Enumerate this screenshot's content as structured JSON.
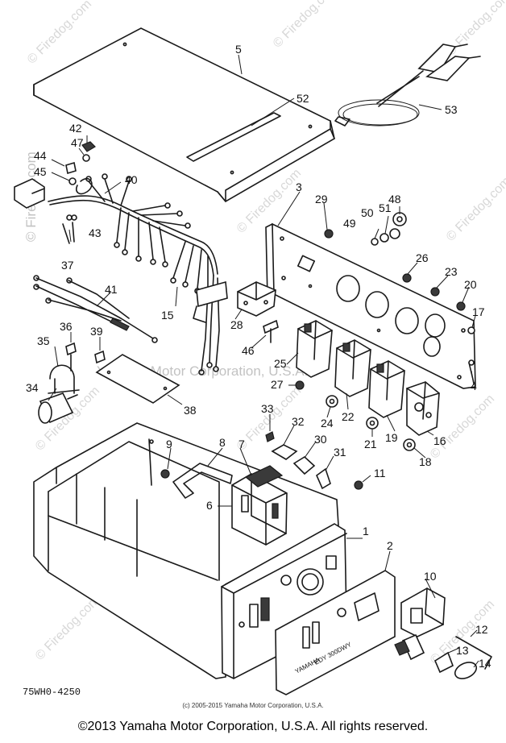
{
  "diagram": {
    "part_code": "75WH0-4250",
    "small_copyright": "(c) 2005-2015 Yamaha Motor Corporation, U.S.A.",
    "copyright": "©2013 Yamaha Motor Corporation, U.S.A. All rights reserved.",
    "plate_brand": "YAMAHA",
    "plate_model": "EDY 300DWY",
    "watermark_side": "© Firedog.com",
    "watermark_center": "Yamaha Motor Corporation, U.S.A.",
    "callouts": [
      {
        "id": "c1",
        "text": "1"
      },
      {
        "id": "c2",
        "text": "2"
      },
      {
        "id": "c3",
        "text": "3"
      },
      {
        "id": "c4",
        "text": "4"
      },
      {
        "id": "c5",
        "text": "5"
      },
      {
        "id": "c6",
        "text": "6"
      },
      {
        "id": "c7",
        "text": "7"
      },
      {
        "id": "c8",
        "text": "8"
      },
      {
        "id": "c9",
        "text": "9"
      },
      {
        "id": "c10",
        "text": "10"
      },
      {
        "id": "c11",
        "text": "11"
      },
      {
        "id": "c12",
        "text": "12"
      },
      {
        "id": "c13",
        "text": "13"
      },
      {
        "id": "c14",
        "text": "14"
      },
      {
        "id": "c15",
        "text": "15"
      },
      {
        "id": "c16",
        "text": "16"
      },
      {
        "id": "c17",
        "text": "17"
      },
      {
        "id": "c18",
        "text": "18"
      },
      {
        "id": "c19",
        "text": "19"
      },
      {
        "id": "c20",
        "text": "20"
      },
      {
        "id": "c21",
        "text": "21"
      },
      {
        "id": "c22",
        "text": "22"
      },
      {
        "id": "c23",
        "text": "23"
      },
      {
        "id": "c24",
        "text": "24"
      },
      {
        "id": "c25",
        "text": "25"
      },
      {
        "id": "c26",
        "text": "26"
      },
      {
        "id": "c27",
        "text": "27"
      },
      {
        "id": "c28",
        "text": "28"
      },
      {
        "id": "c29",
        "text": "29"
      },
      {
        "id": "c30",
        "text": "30"
      },
      {
        "id": "c31",
        "text": "31"
      },
      {
        "id": "c32",
        "text": "32"
      },
      {
        "id": "c33",
        "text": "33"
      },
      {
        "id": "c34",
        "text": "34"
      },
      {
        "id": "c35",
        "text": "35"
      },
      {
        "id": "c36",
        "text": "36"
      },
      {
        "id": "c37",
        "text": "37"
      },
      {
        "id": "c38",
        "text": "38"
      },
      {
        "id": "c39",
        "text": "39"
      },
      {
        "id": "c40",
        "text": "40"
      },
      {
        "id": "c41",
        "text": "41"
      },
      {
        "id": "c42",
        "text": "42"
      },
      {
        "id": "c43",
        "text": "43"
      },
      {
        "id": "c44",
        "text": "44"
      },
      {
        "id": "c45",
        "text": "45"
      },
      {
        "id": "c46",
        "text": "46"
      },
      {
        "id": "c47",
        "text": "47"
      },
      {
        "id": "c48",
        "text": "48"
      },
      {
        "id": "c49",
        "text": "49"
      },
      {
        "id": "c50",
        "text": "50"
      },
      {
        "id": "c51",
        "text": "51"
      },
      {
        "id": "c52",
        "text": "52"
      },
      {
        "id": "c53",
        "text": "53"
      }
    ]
  }
}
